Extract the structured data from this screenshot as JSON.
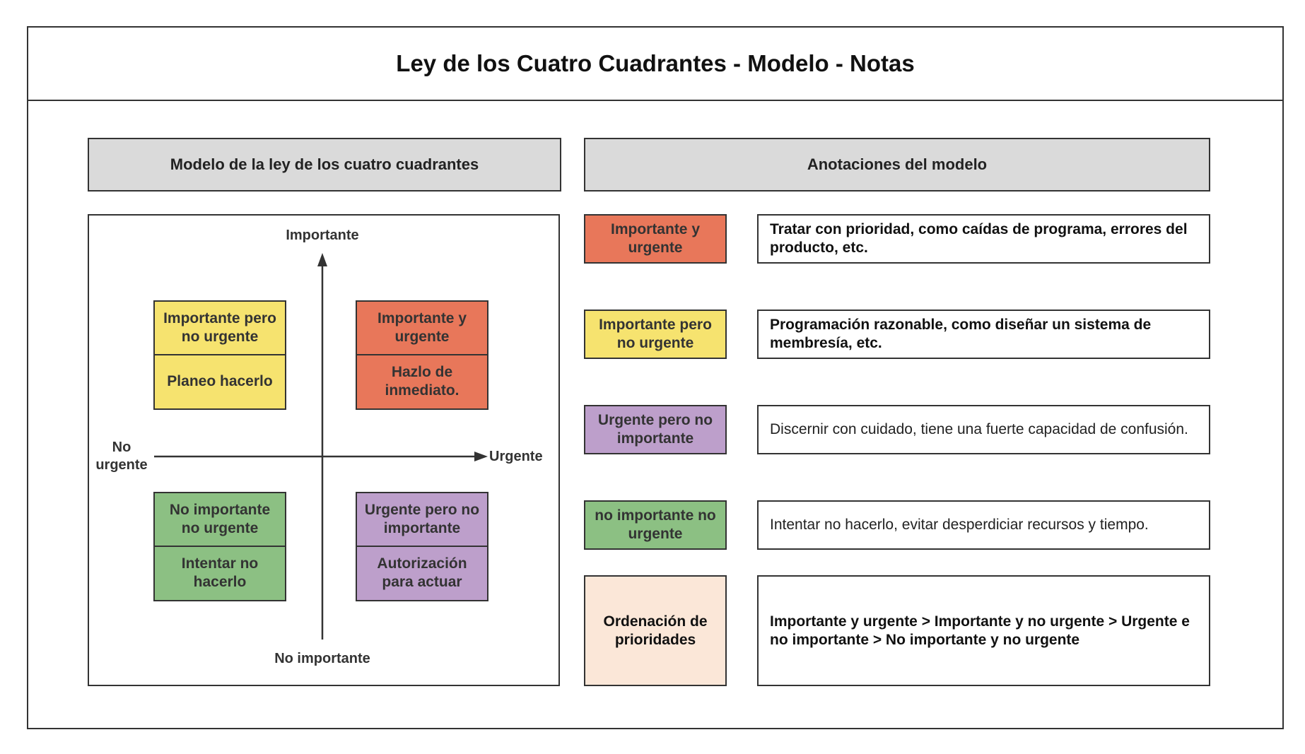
{
  "title": "Ley de los Cuatro Cuadrantes - Modelo - Notas",
  "left_header": "Modelo de la ley de los cuatro cuadrantes",
  "right_header": "Anotaciones del modelo",
  "axes": {
    "top": "Importante",
    "bottom": "No importante",
    "left": "No urgente",
    "right": "Urgente"
  },
  "quadrants": {
    "top_left": {
      "label": "Importante pero no urgente",
      "action": "Planeo hacerlo",
      "color": "#f6e36f"
    },
    "top_right": {
      "label": "Importante y urgente",
      "action": "Hazlo de inmediato.",
      "color": "#e8775a"
    },
    "bottom_left": {
      "label": "No importante no urgente",
      "action": "Intentar no hacerlo",
      "color": "#8cc083"
    },
    "bottom_right": {
      "label": "Urgente pero no importante",
      "action": "Autorización para actuar",
      "color": "#bd9fcb"
    }
  },
  "annotations": [
    {
      "tag": "Importante y urgente",
      "note": "Tratar con prioridad, como caídas de programa, errores del producto, etc.",
      "color": "#e8775a"
    },
    {
      "tag": "Importante pero no urgente",
      "note": "Programación razonable, como diseñar un sistema de membresía, etc.",
      "color": "#f6e36f"
    },
    {
      "tag": "Urgente pero no importante",
      "note": "Discernir con cuidado, tiene una fuerte capacidad de confusión.",
      "color": "#bd9fcb"
    },
    {
      "tag": "no importante no urgente",
      "note": "Intentar no hacerlo, evitar desperdiciar recursos y tiempo.",
      "color": "#8cc083"
    },
    {
      "tag": "Ordenación de prioridades",
      "note": "Importante y urgente > Importante y no urgente > Urgente e no importante > No importante y no urgente",
      "color": "#fbe7d8"
    }
  ]
}
